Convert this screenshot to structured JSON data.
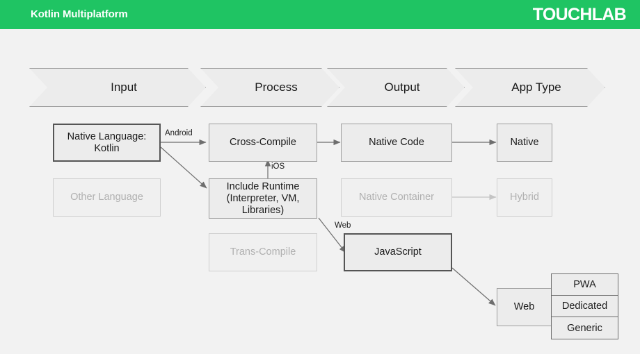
{
  "header": {
    "title": "Kotlin Multiplatform",
    "logo": "TOUCHLAB",
    "bar_color": "#1fc463",
    "text_color": "#ffffff"
  },
  "page": {
    "background": "#f2f2f2"
  },
  "stages": [
    {
      "label": "Input"
    },
    {
      "label": "Process"
    },
    {
      "label": "Output"
    },
    {
      "label": "App Type"
    }
  ],
  "nodes": {
    "native_language": {
      "label": "Native Language:\nKotlin",
      "line1": "Native Language:",
      "line2": "Kotlin",
      "state": "emphasized"
    },
    "other_language": {
      "label": "Other Language",
      "state": "dimmed"
    },
    "cross_compile": {
      "label": "Cross-Compile",
      "state": "normal"
    },
    "include_runtime": {
      "line1": "Include Runtime",
      "line2": "(Interpreter, VM,",
      "line3": "Libraries)",
      "state": "normal"
    },
    "trans_compile": {
      "label": "Trans-Compile",
      "state": "dimmed"
    },
    "native_code": {
      "label": "Native Code",
      "state": "normal"
    },
    "native_container": {
      "label": "Native Container",
      "state": "dimmed"
    },
    "javascript": {
      "label": "JavaScript",
      "state": "emphasized"
    },
    "native": {
      "label": "Native",
      "state": "normal"
    },
    "hybrid": {
      "label": "Hybrid",
      "state": "dimmed"
    },
    "web": {
      "label": "Web",
      "state": "normal"
    }
  },
  "web_variants": [
    {
      "label": "PWA"
    },
    {
      "label": "Dedicated"
    },
    {
      "label": "Generic"
    }
  ],
  "edge_labels": {
    "android": "Android",
    "ios": "iOS",
    "web": "Web"
  },
  "colors": {
    "node_fill": "#ececec",
    "node_border": "#9d9d9d",
    "node_border_emphasized": "#555555",
    "dim_border": "#cfcfcf",
    "dim_text": "#b0b0b0",
    "arrow": "#6e6e6e",
    "arrow_dim": "#c4c4c4",
    "text": "#1a1a1a"
  }
}
